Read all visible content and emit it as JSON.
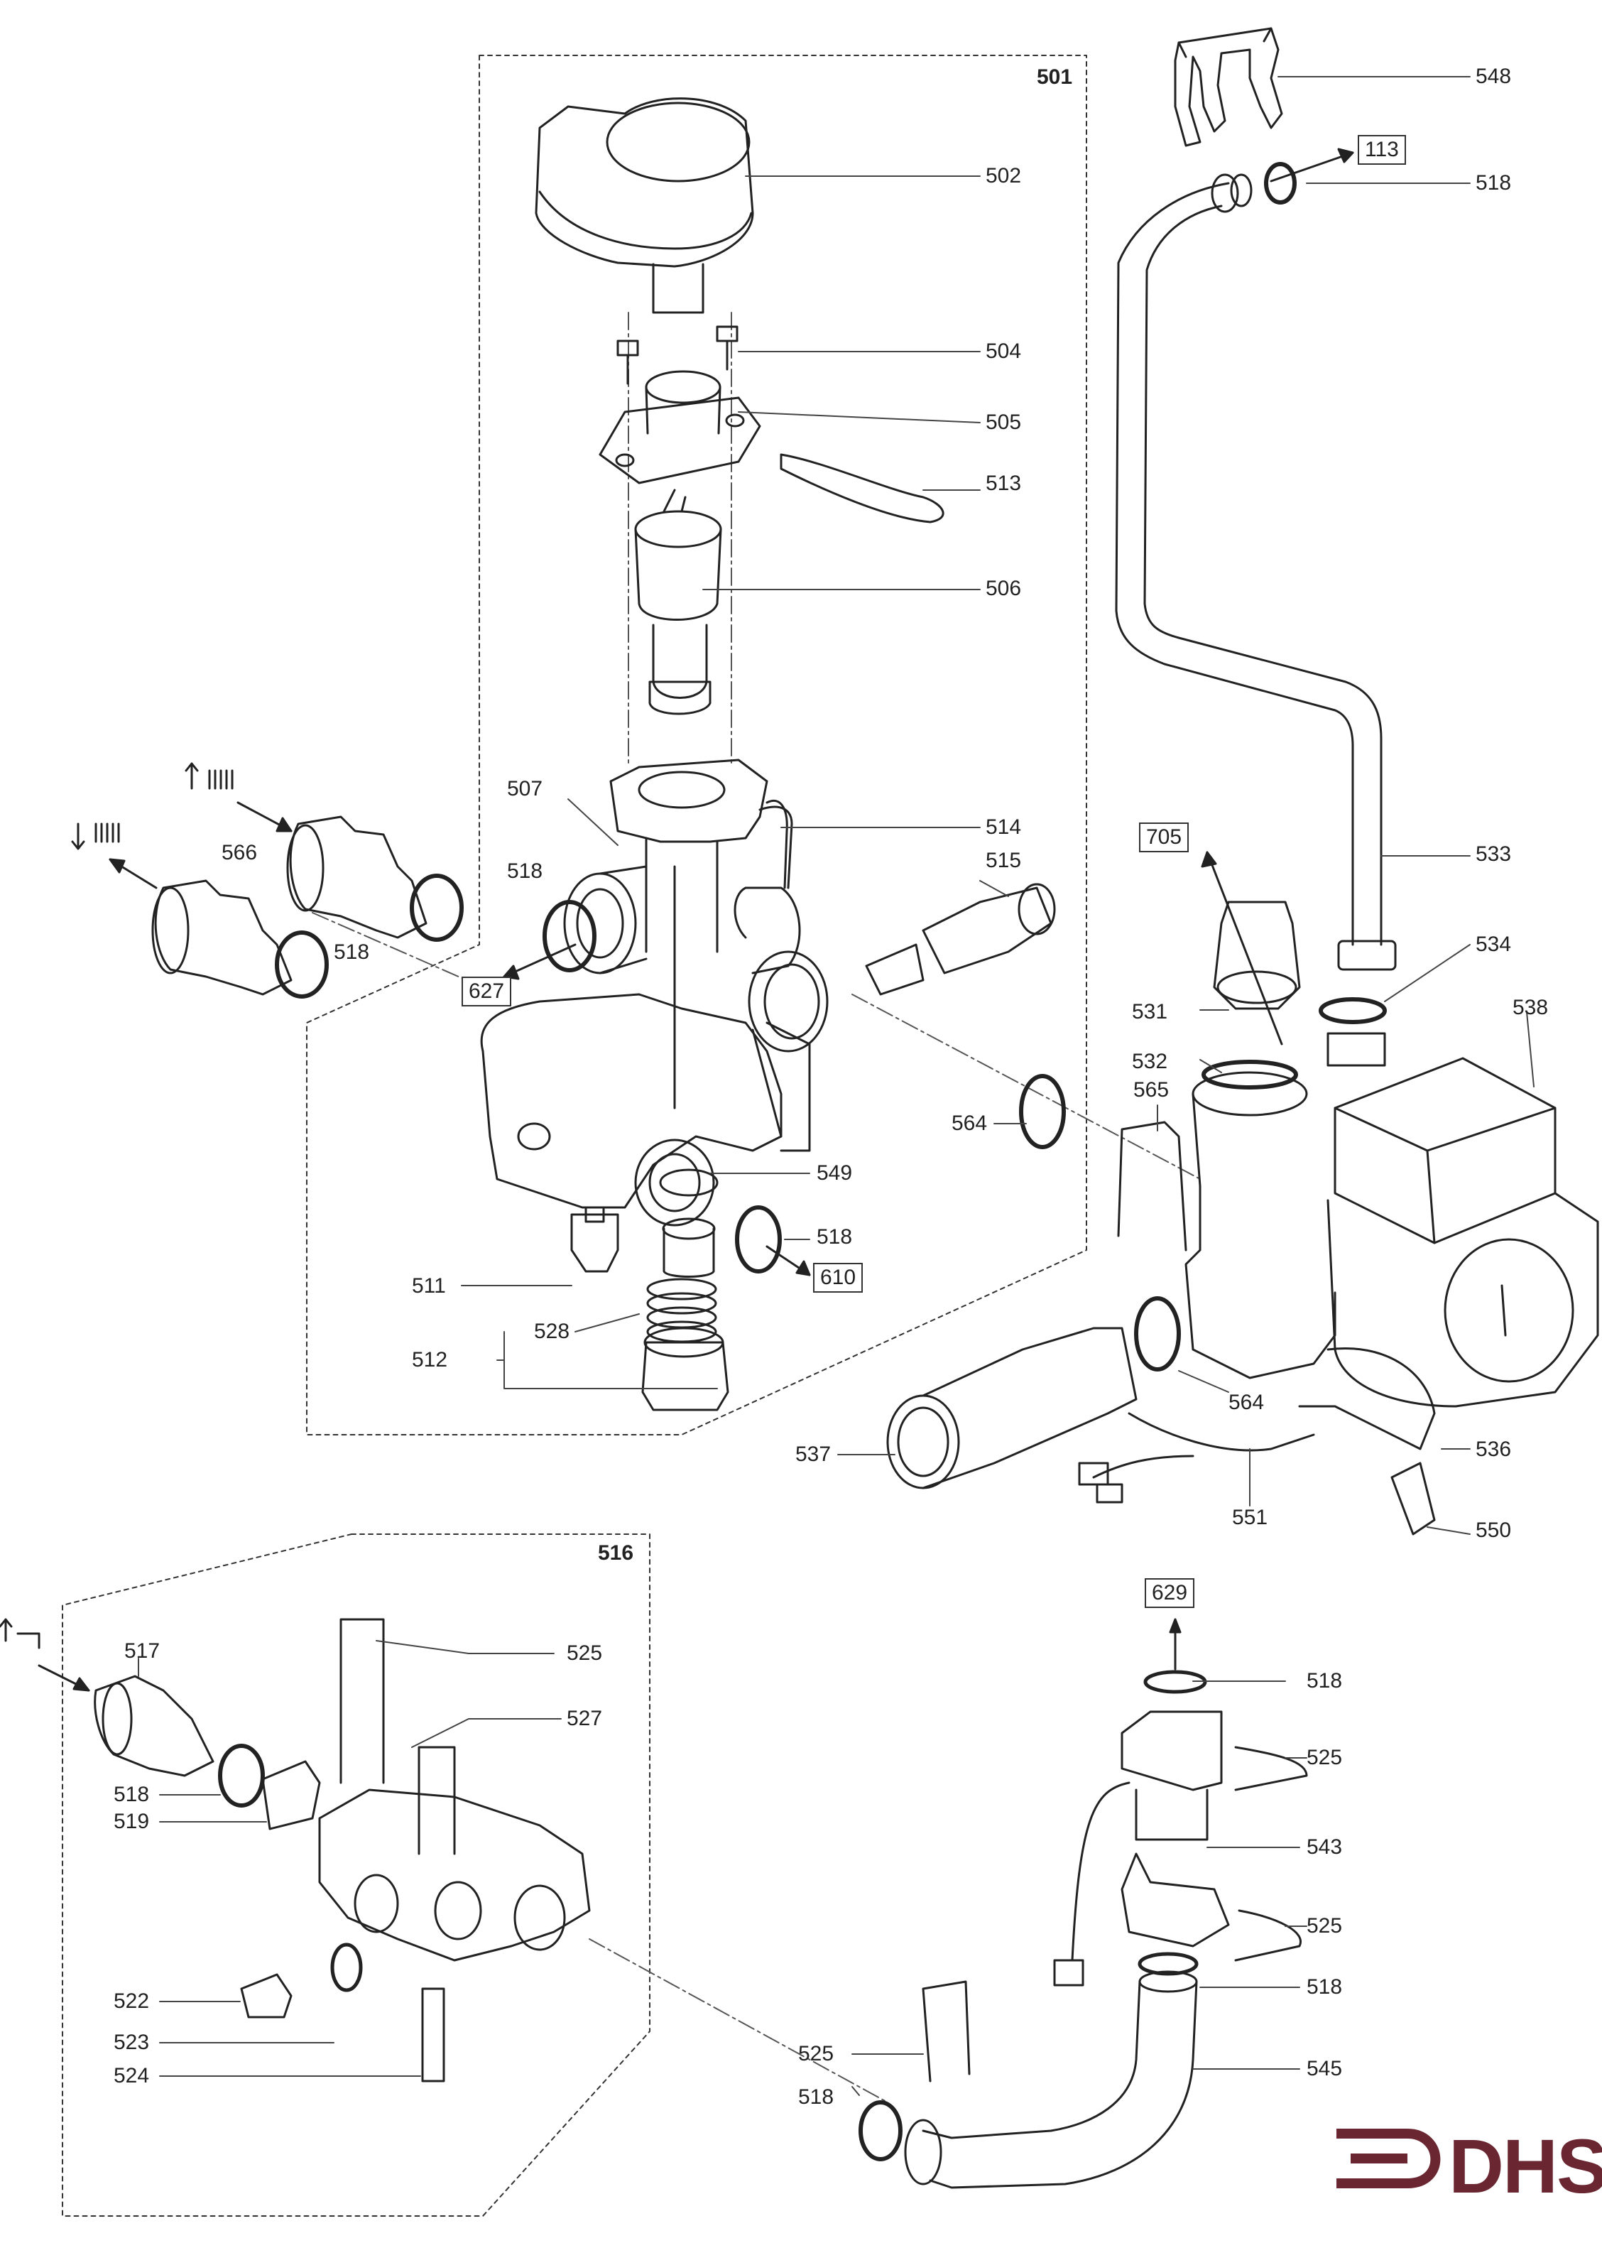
{
  "group_labels": {
    "g501": "501",
    "g516": "516"
  },
  "ref_boxes": {
    "r113": "113",
    "r705": "705",
    "r627": "627",
    "r610": "610",
    "r629": "629"
  },
  "labels": {
    "l548": "548",
    "l518a": "518",
    "l502": "502",
    "l504": "504",
    "l505": "505",
    "l513": "513",
    "l506": "506",
    "l507": "507",
    "l514": "514",
    "l515": "515",
    "l533": "533",
    "l534": "534",
    "l566": "566",
    "l518b": "518",
    "l518c": "518",
    "l531": "531",
    "l538": "538",
    "l532": "532",
    "l565": "565",
    "l564a": "564",
    "l549": "549",
    "l518d": "518",
    "l511": "511",
    "l528": "528",
    "l512": "512",
    "l564b": "564",
    "l536": "536",
    "l537": "537",
    "l551": "551",
    "l550": "550",
    "l517": "517",
    "l525a": "525",
    "l527": "527",
    "l518e": "518",
    "l519": "519",
    "l522": "522",
    "l523": "523",
    "l524": "524",
    "l518f": "518",
    "l525b": "525",
    "l543": "543",
    "l525c": "525",
    "l518g": "518",
    "l525d": "525",
    "l545": "545",
    "l518h": "518"
  },
  "logo": {
    "text": "DHS",
    "color": "#6b2731"
  },
  "colors": {
    "line": "#222222",
    "leader": "#444444"
  }
}
